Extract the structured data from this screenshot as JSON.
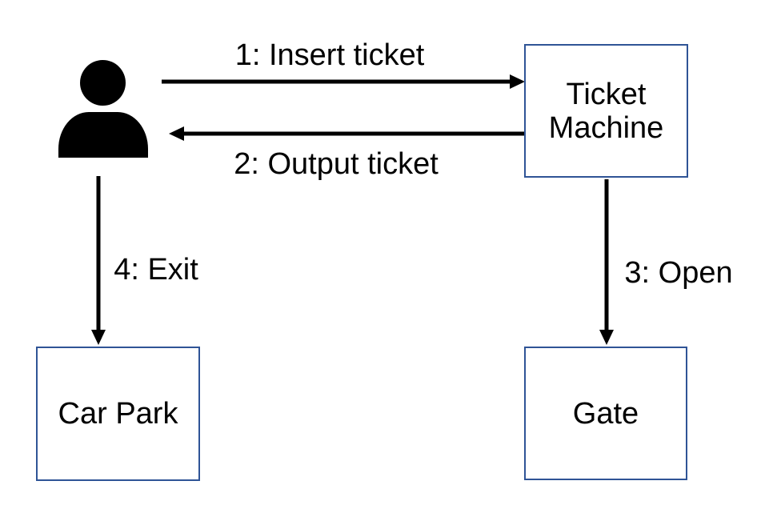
{
  "colors": {
    "background": "#ffffff",
    "box_border": "#2F5496",
    "arrow": "#000000",
    "text": "#000000",
    "actor": "#000000"
  },
  "actor": {
    "icon": "person-icon"
  },
  "nodes": {
    "ticket_machine": {
      "lines": [
        "Ticket",
        "Machine"
      ]
    },
    "car_park": {
      "label": "Car Park"
    },
    "gate": {
      "label": "Gate"
    }
  },
  "messages": {
    "insert_ticket": "1: Insert ticket",
    "output_ticket": "2: Output ticket",
    "open": "3: Open",
    "exit": "4: Exit"
  }
}
